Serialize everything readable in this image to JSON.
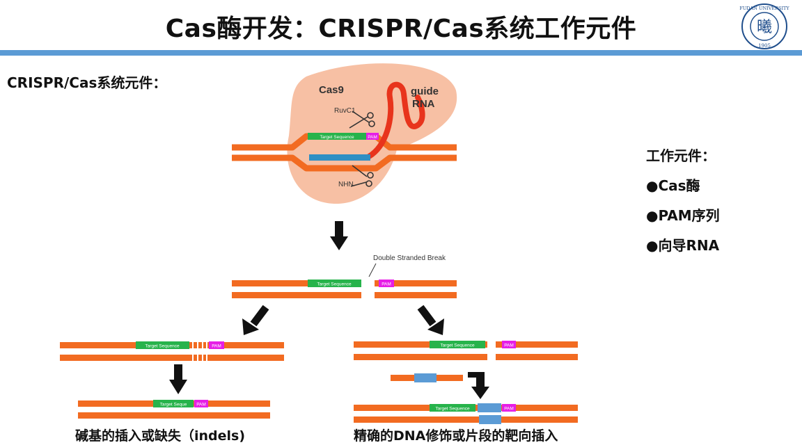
{
  "header": {
    "title": "Cas酶开发：CRISPR/Cas系统工作元件"
  },
  "left_heading": "CRISPR/Cas系统元件：",
  "work_parts": {
    "heading": "工作元件：",
    "items": [
      "●Cas酶",
      "●PAM序列",
      "●向导RNA"
    ]
  },
  "diagram_labels": {
    "cas9": "Cas9",
    "guide": "guide",
    "rna": "RNA",
    "ruvc1": "RuvC1",
    "nhn": "NHN",
    "target_sequence": "Target Sequence",
    "target_sequence_trunc": "Target Seque",
    "pam": "PAM",
    "double_stranded_break": "Double Stranded Break"
  },
  "captions": {
    "left": "碱基的插入或缺失（indels)",
    "right": "精确的DNA修饰或片段的靶向插入"
  },
  "logo": {
    "top_text": "FUDAN UNIVERSITY",
    "year": "1905",
    "glyph": "曦"
  },
  "colors": {
    "strand": "#f26b21",
    "target": "#27b34b",
    "pam": "#e61ee6",
    "guide_rna": "#e8341c",
    "cas9_blob": "#f7c0a4",
    "blue_segment": "#2f8fc4",
    "insert": "#5b9bd5",
    "rule": "#5b9bd5"
  }
}
